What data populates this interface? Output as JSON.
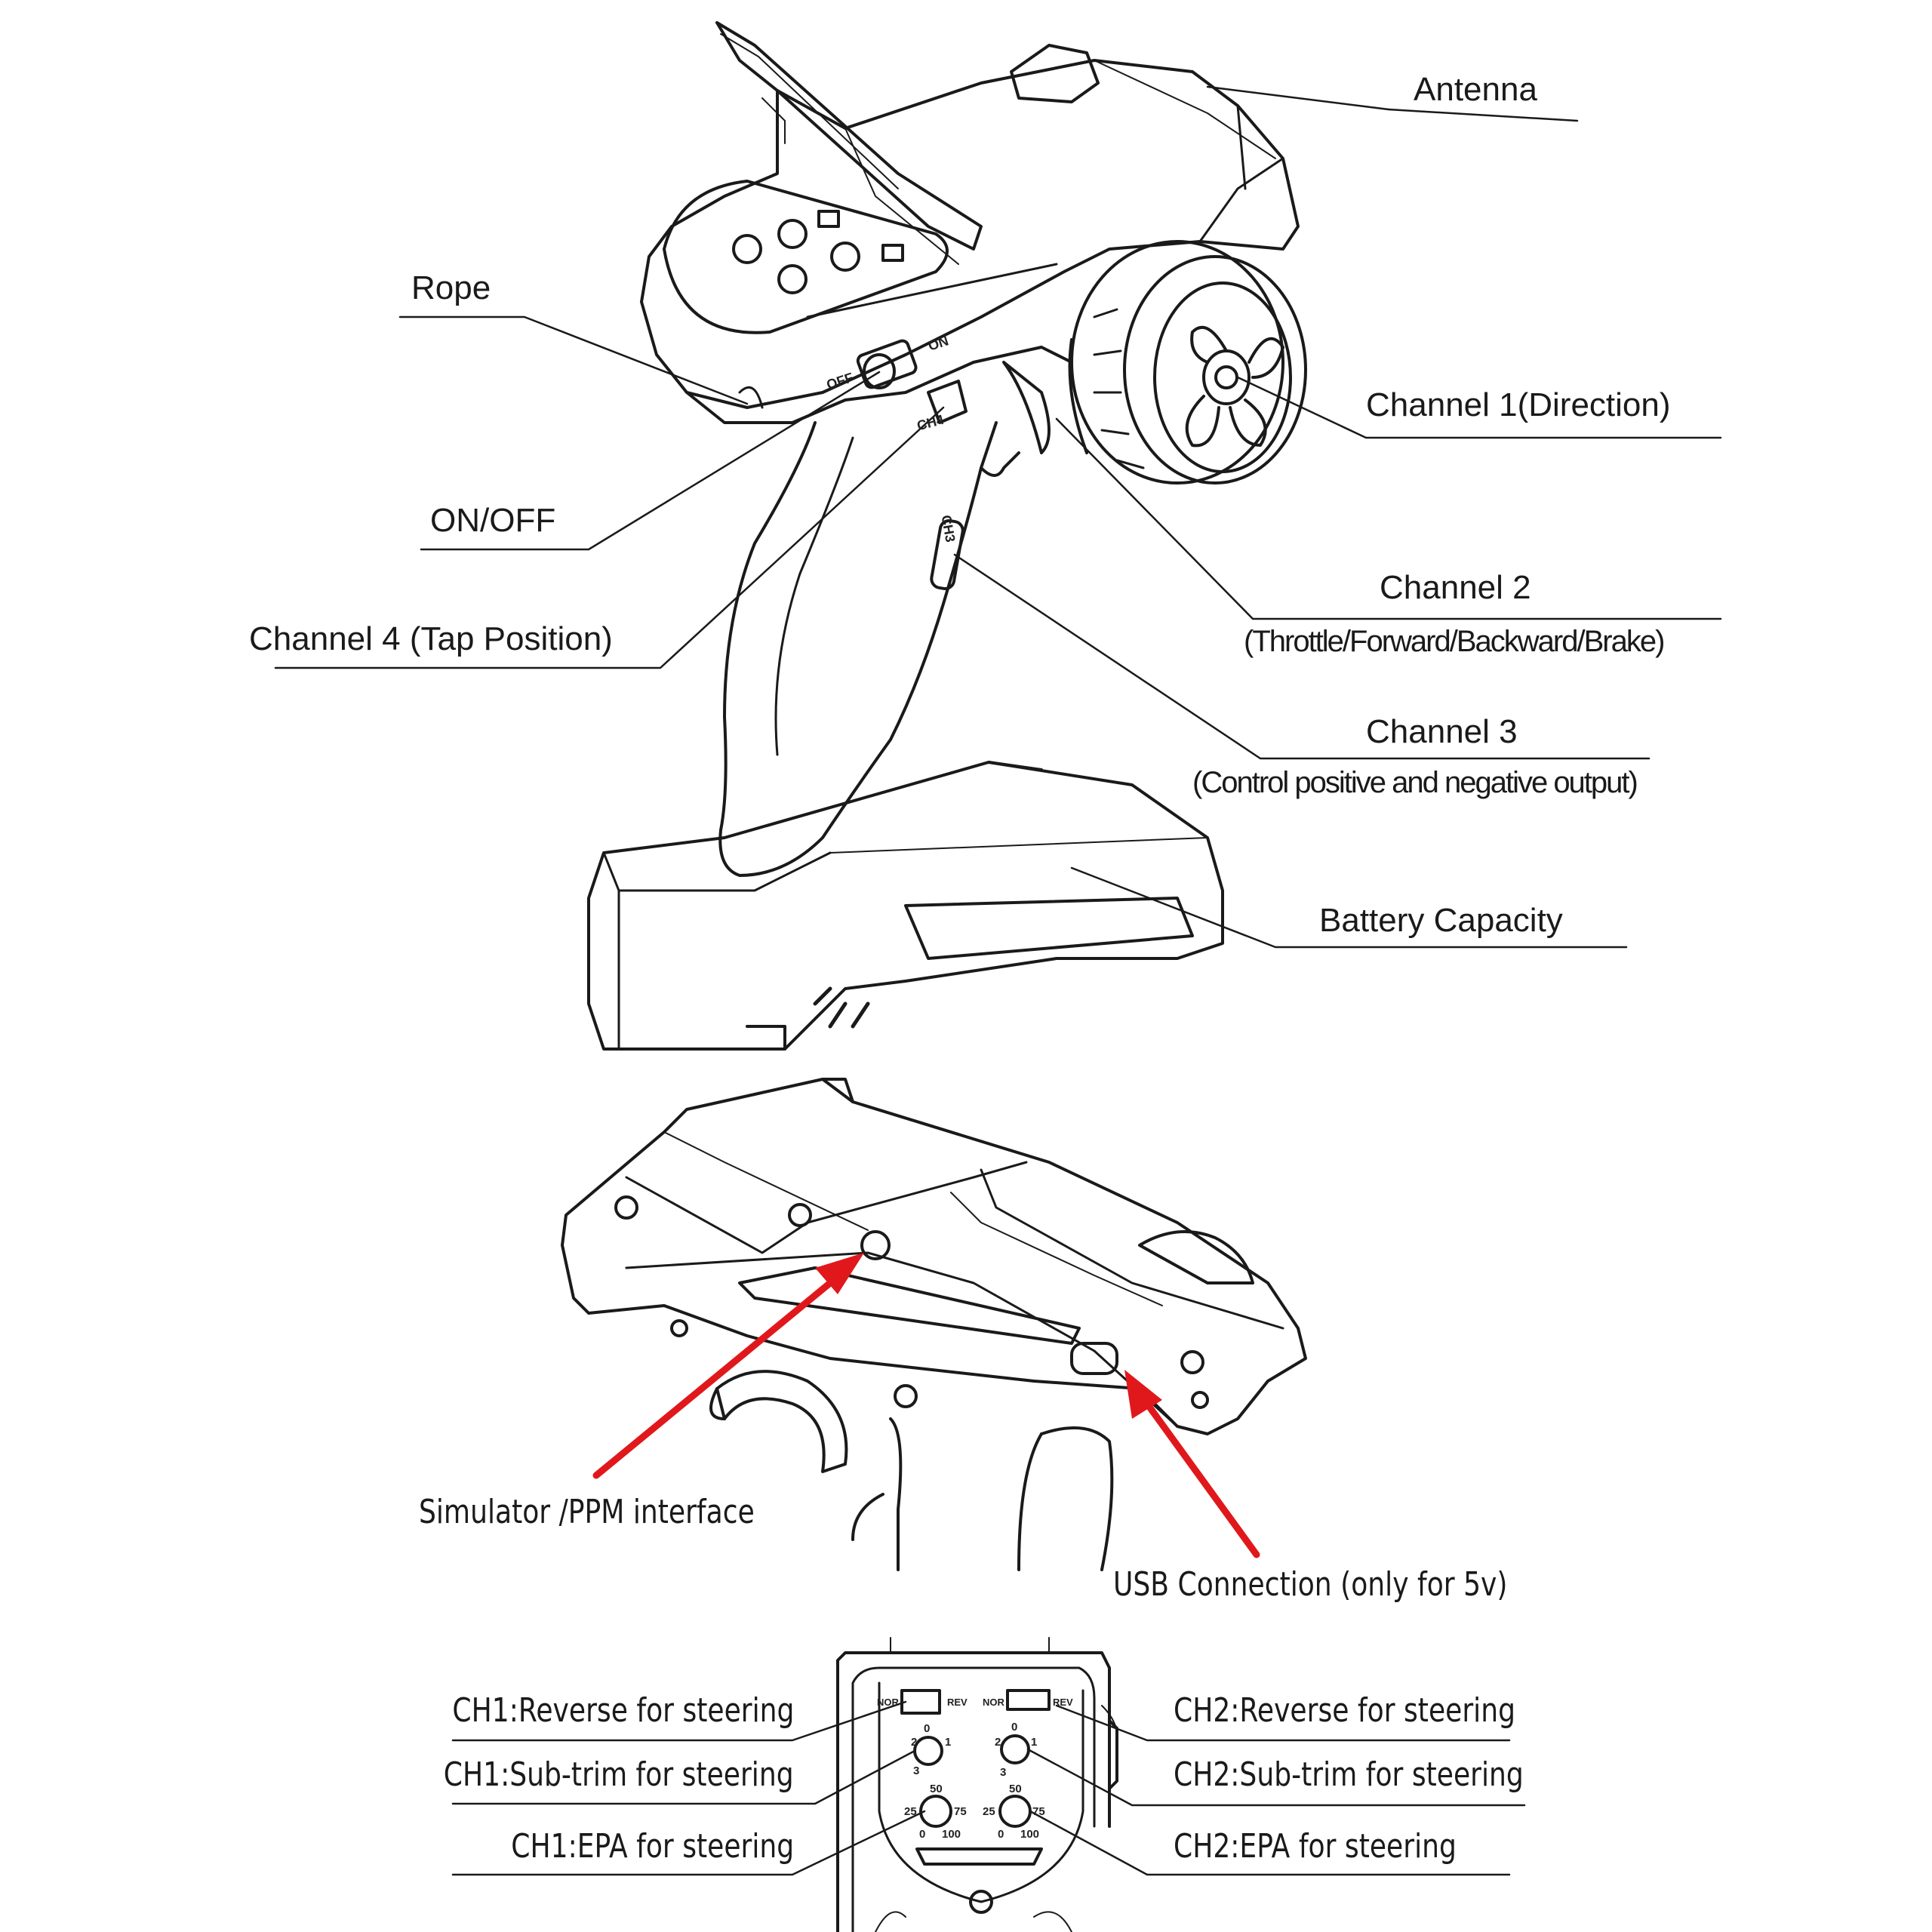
{
  "top_labels": {
    "antenna": "Antenna",
    "rope": "Rope",
    "channel1": "Channel 1(Direction)",
    "on_off": "ON/OFF",
    "channel2": "Channel 2",
    "channel2_detail": "(Throttle/Forward/Backward/Brake)",
    "channel4": "Channel 4 (Tap Position)",
    "channel3": "Channel 3",
    "channel3_detail": "(Control positive and negative output)",
    "battery": "Battery Capacity"
  },
  "device_marks": {
    "off": "OFF",
    "on": "ON",
    "ch4": "CH4",
    "ch3": "CH3"
  },
  "middle_labels": {
    "simulator": "Simulator /PPM interface",
    "usb": "USB Connection (only for 5v)"
  },
  "bottom_labels": {
    "ch1_reverse": "CH1:Reverse for steering",
    "ch1_subtrim": "CH1:Sub-trim for steering",
    "ch1_epa": "CH1:EPA for steering",
    "ch2_reverse": "CH2:Reverse for steering",
    "ch2_subtrim": "CH2:Sub-trim for steering",
    "ch2_epa": "CH2:EPA for steering"
  },
  "panel_marks": {
    "nor": "NOR",
    "rev": "REV",
    "trim_0": "0",
    "trim_1": "1",
    "trim_2": "2",
    "trim_3": "3",
    "epa_25": "25",
    "epa_50": "50",
    "epa_75": "75",
    "epa_0": "0",
    "epa_100": "100"
  },
  "colors": {
    "line": "#1a1a1a",
    "arrow": "#e0181c",
    "background": "#ffffff"
  }
}
